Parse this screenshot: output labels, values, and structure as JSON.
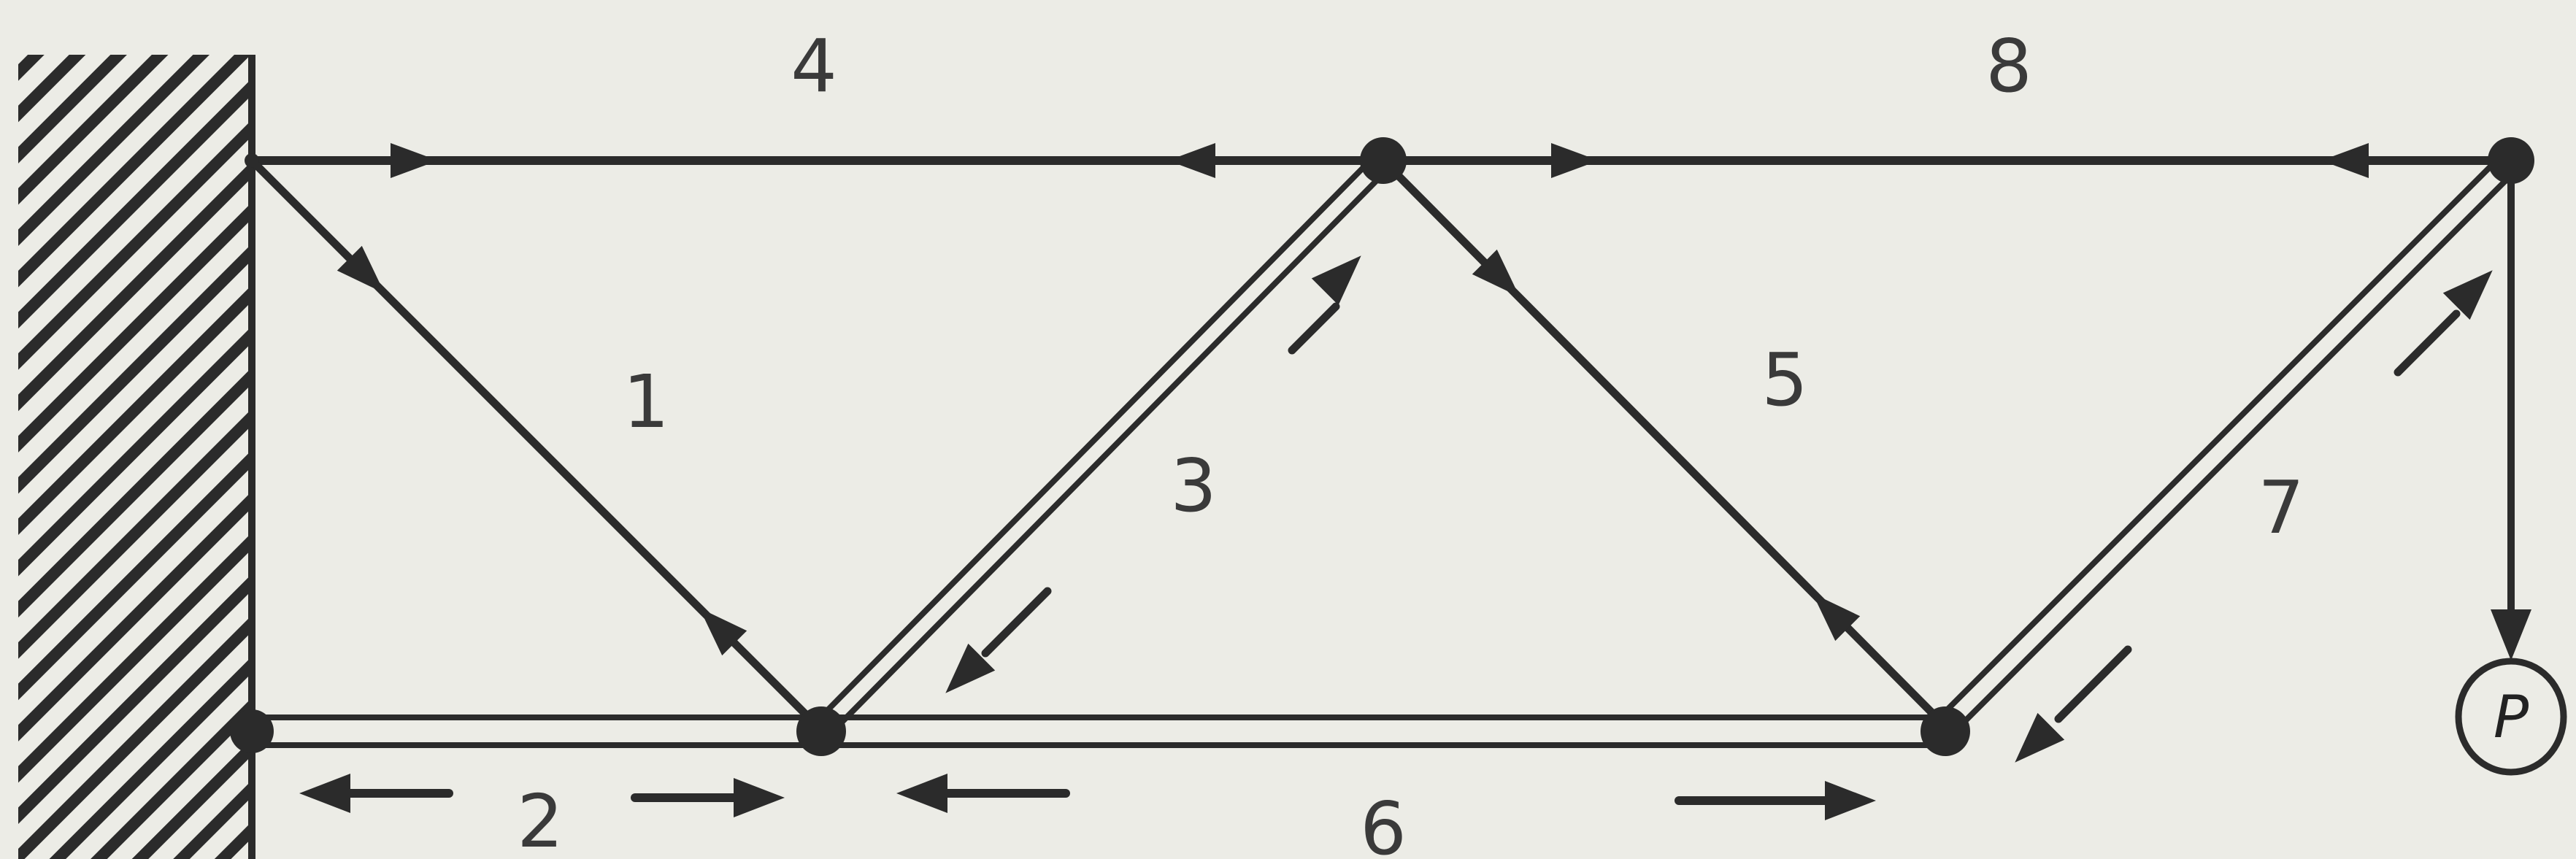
{
  "members": [
    {
      "id": "1",
      "label": "1"
    },
    {
      "id": "2",
      "label": "2"
    },
    {
      "id": "3",
      "label": "3"
    },
    {
      "id": "4",
      "label": "4"
    },
    {
      "id": "5",
      "label": "5"
    },
    {
      "id": "6",
      "label": "6"
    },
    {
      "id": "7",
      "label": "7"
    },
    {
      "id": "8",
      "label": "8"
    }
  ],
  "load": {
    "label": "P"
  },
  "colors": {
    "line": "#2b2b2b",
    "background": "#ecece6"
  }
}
